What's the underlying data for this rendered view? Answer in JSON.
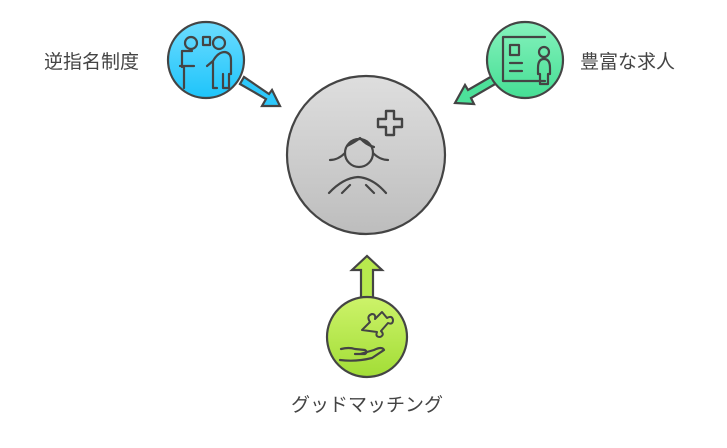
{
  "center": {
    "icon": "female-doctor-plus-icon"
  },
  "nodes": [
    {
      "label": "逆指名制度",
      "icon": "presentation-people-icon",
      "color": "#2ec8fb"
    },
    {
      "label": "豊富な求人",
      "icon": "job-posting-icon",
      "color": "#4de19a"
    },
    {
      "label": "グッドマッチング",
      "icon": "hand-puzzle-icon",
      "color": "#a8e23c"
    }
  ]
}
